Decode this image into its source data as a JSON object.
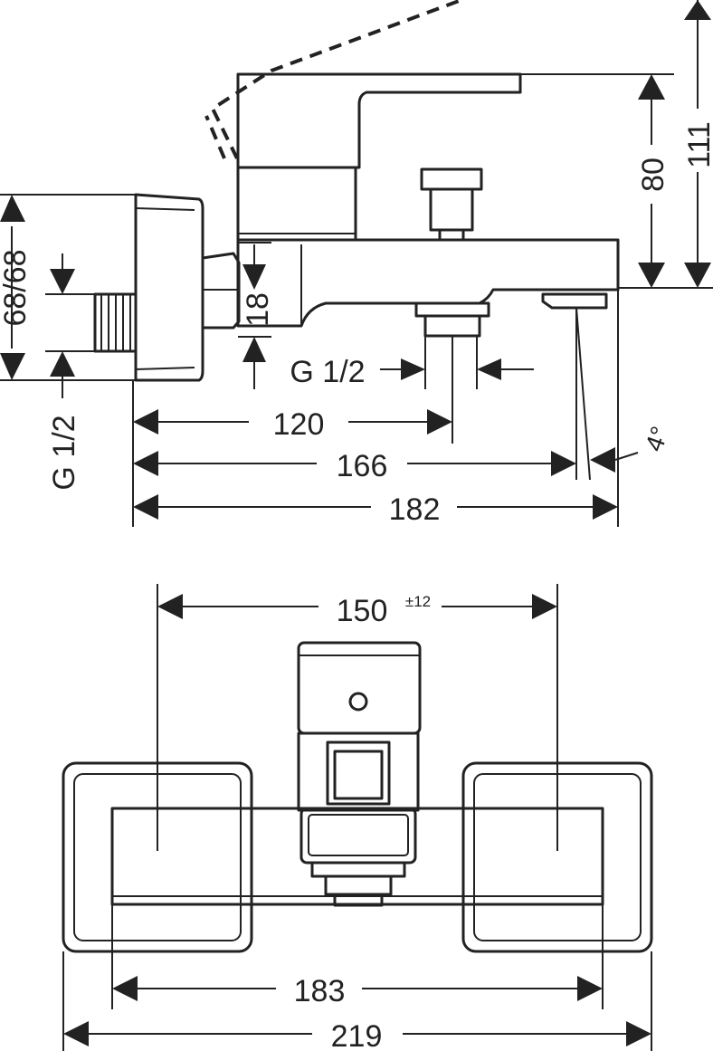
{
  "side_view": {
    "height_total": "111",
    "height_spout": "80",
    "inlet_span": "68/68",
    "inlet_thread": "G 1/2",
    "outlet_offset": "18",
    "diverter_thread": "G 1/2",
    "diverter_pos": "120",
    "spout_reach": "166",
    "overall_depth": "182",
    "angle": "4°"
  },
  "top_view": {
    "center_distance": "150",
    "tolerance": "±12",
    "body_width": "183",
    "overall_width": "219"
  }
}
